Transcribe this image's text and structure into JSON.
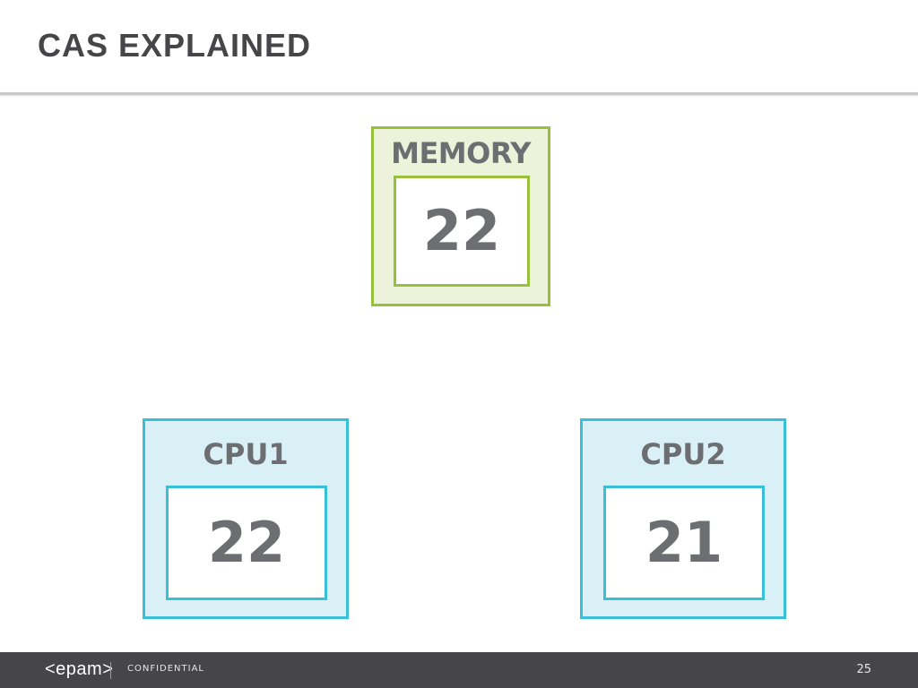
{
  "slide": {
    "title": "CAS EXPLAINED"
  },
  "memory": {
    "label": "MEMORY",
    "value": "22"
  },
  "cpus": [
    {
      "label": "CPU1",
      "value": "22"
    },
    {
      "label": "CPU2",
      "value": "21"
    }
  ],
  "footer": {
    "logo": "<epam>",
    "confidential": "CONFIDENTIAL",
    "page_number": "25"
  },
  "colors": {
    "memory_border": "#98c13b",
    "memory_fill": "#ecf3da",
    "cpu_border": "#39bfd8",
    "cpu_fill": "#d9f1f6",
    "footer_bg": "#464547",
    "text_gray": "#6d6e71"
  }
}
